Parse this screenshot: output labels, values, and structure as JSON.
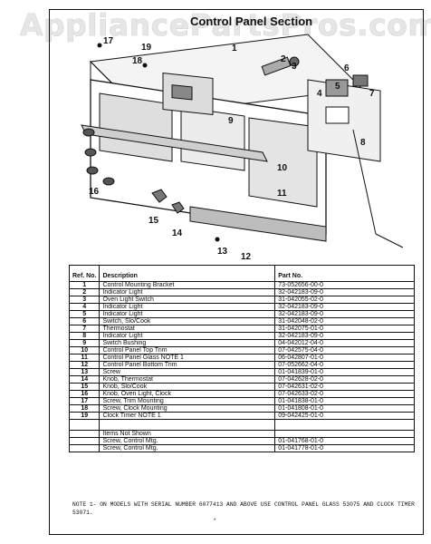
{
  "watermark": "AppliancePartsPros.com",
  "title": "Control Panel Section",
  "callouts": [
    "1",
    "2",
    "3",
    "4",
    "5",
    "6",
    "7",
    "8",
    "9",
    "10",
    "11",
    "12",
    "13",
    "14",
    "15",
    "16",
    "17",
    "18",
    "19"
  ],
  "table": {
    "headers": {
      "ref": "Ref. No.",
      "description": "Description",
      "part_no": "Part No."
    },
    "rows": [
      {
        "ref": "1",
        "description": "Control Mounting Bracket",
        "part_no": "73-052656-00-0"
      },
      {
        "ref": "2",
        "description": "Indicator Light",
        "part_no": "32-042183-09-0"
      },
      {
        "ref": "3",
        "description": "Oven Light Switch",
        "part_no": "31-042055-02-0"
      },
      {
        "ref": "4",
        "description": "Indicator Light",
        "part_no": "32-042183-09-0"
      },
      {
        "ref": "5",
        "description": "Indicator Light",
        "part_no": "32-042183-09-0"
      },
      {
        "ref": "6",
        "description": "Switch, Slo/Cook",
        "part_no": "31-042048-02-0"
      },
      {
        "ref": "7",
        "description": "Thermostat",
        "part_no": "31-042075-01-0"
      },
      {
        "ref": "8",
        "description": "Indicator Light",
        "part_no": "32-042183-09-0"
      },
      {
        "ref": "9",
        "description": "Switch Bushing",
        "part_no": "04-042012-04-0"
      },
      {
        "ref": "10",
        "description": "Control Panel Top Trim",
        "part_no": "07-042575-04-0"
      },
      {
        "ref": "11",
        "description": "Control Panel Glass    NOTE 1",
        "part_no": "06-042807-01-0"
      },
      {
        "ref": "12",
        "description": "Control Panel Bottom Trim",
        "part_no": "07-052662-04-0"
      },
      {
        "ref": "13",
        "description": "Screw",
        "part_no": "01-041839-01-0"
      },
      {
        "ref": "14",
        "description": "Knob, Thermostat",
        "part_no": "07-042628-02-0"
      },
      {
        "ref": "15",
        "description": "Knob, Slo/Cook",
        "part_no": "07-042631-02-0"
      },
      {
        "ref": "16",
        "description": "Knob, Oven Light, Clock",
        "part_no": "07-042633-02-0"
      },
      {
        "ref": "17",
        "description": "Screw, Trim Mounting",
        "part_no": "01-041838-01-0"
      },
      {
        "ref": "18",
        "description": "Screw, Clock Mounting",
        "part_no": "01-041808-01-0"
      },
      {
        "ref": "19",
        "description": "Clock Timer    NOTE 1",
        "part_no": "09-042425-01-0"
      }
    ],
    "not_shown_header": "Items Not Shown",
    "not_shown": [
      {
        "description": "Screw, Control Mtg.",
        "part_no": "01-041768-01-0"
      },
      {
        "description": "Screw, Control Mtg.",
        "part_no": "01-041778-01-0"
      }
    ]
  },
  "note": "NOTE 1- ON MODELS WITH SERIAL NUMBER 6077413 AND ABOVE USE CONTROL PANEL GLASS 53075 AND CLOCK TIMER 53071.",
  "footer_mark": "*"
}
